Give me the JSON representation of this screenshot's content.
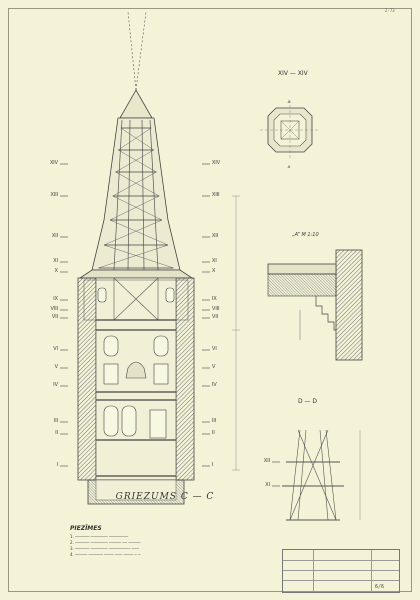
{
  "drawing": {
    "main_section_title": "GRIEZUMS C — C",
    "section_xiv": "XIV — XIV",
    "detail_a": "„A” M 1:10",
    "section_dd": "D — D",
    "stamp_text": "Z-73",
    "legend": {
      "title": "PIEZĪMES",
      "items": [
        "1. ────── ─────── ────────",
        "2. ────── ─────── ───── ── ─────",
        "3. ────── ─────── ───────── ───",
        "4. ───── ────── ──── ─── ──── ─ ─"
      ]
    },
    "levels_left": [
      "XIV",
      "XIII",
      "XII",
      "XI",
      "X",
      "IX",
      "VIII",
      "VII",
      "VI",
      "V",
      "IV",
      "III",
      "II",
      "I"
    ],
    "levels_right": [
      "XIV",
      "XIII",
      "XII",
      "XI",
      "X",
      "IX",
      "VIII",
      "VII",
      "VI",
      "V",
      "IV",
      "III",
      "II",
      "I"
    ],
    "dd_levels": [
      "XII",
      "XI"
    ],
    "detail_marks": [
      "A",
      "A"
    ],
    "title_block": {
      "sheet_no": "6/6"
    }
  },
  "colors": {
    "paper": "#f4f3d8",
    "ink": "#3a3a3a",
    "hatch": "#6e6e6e"
  }
}
